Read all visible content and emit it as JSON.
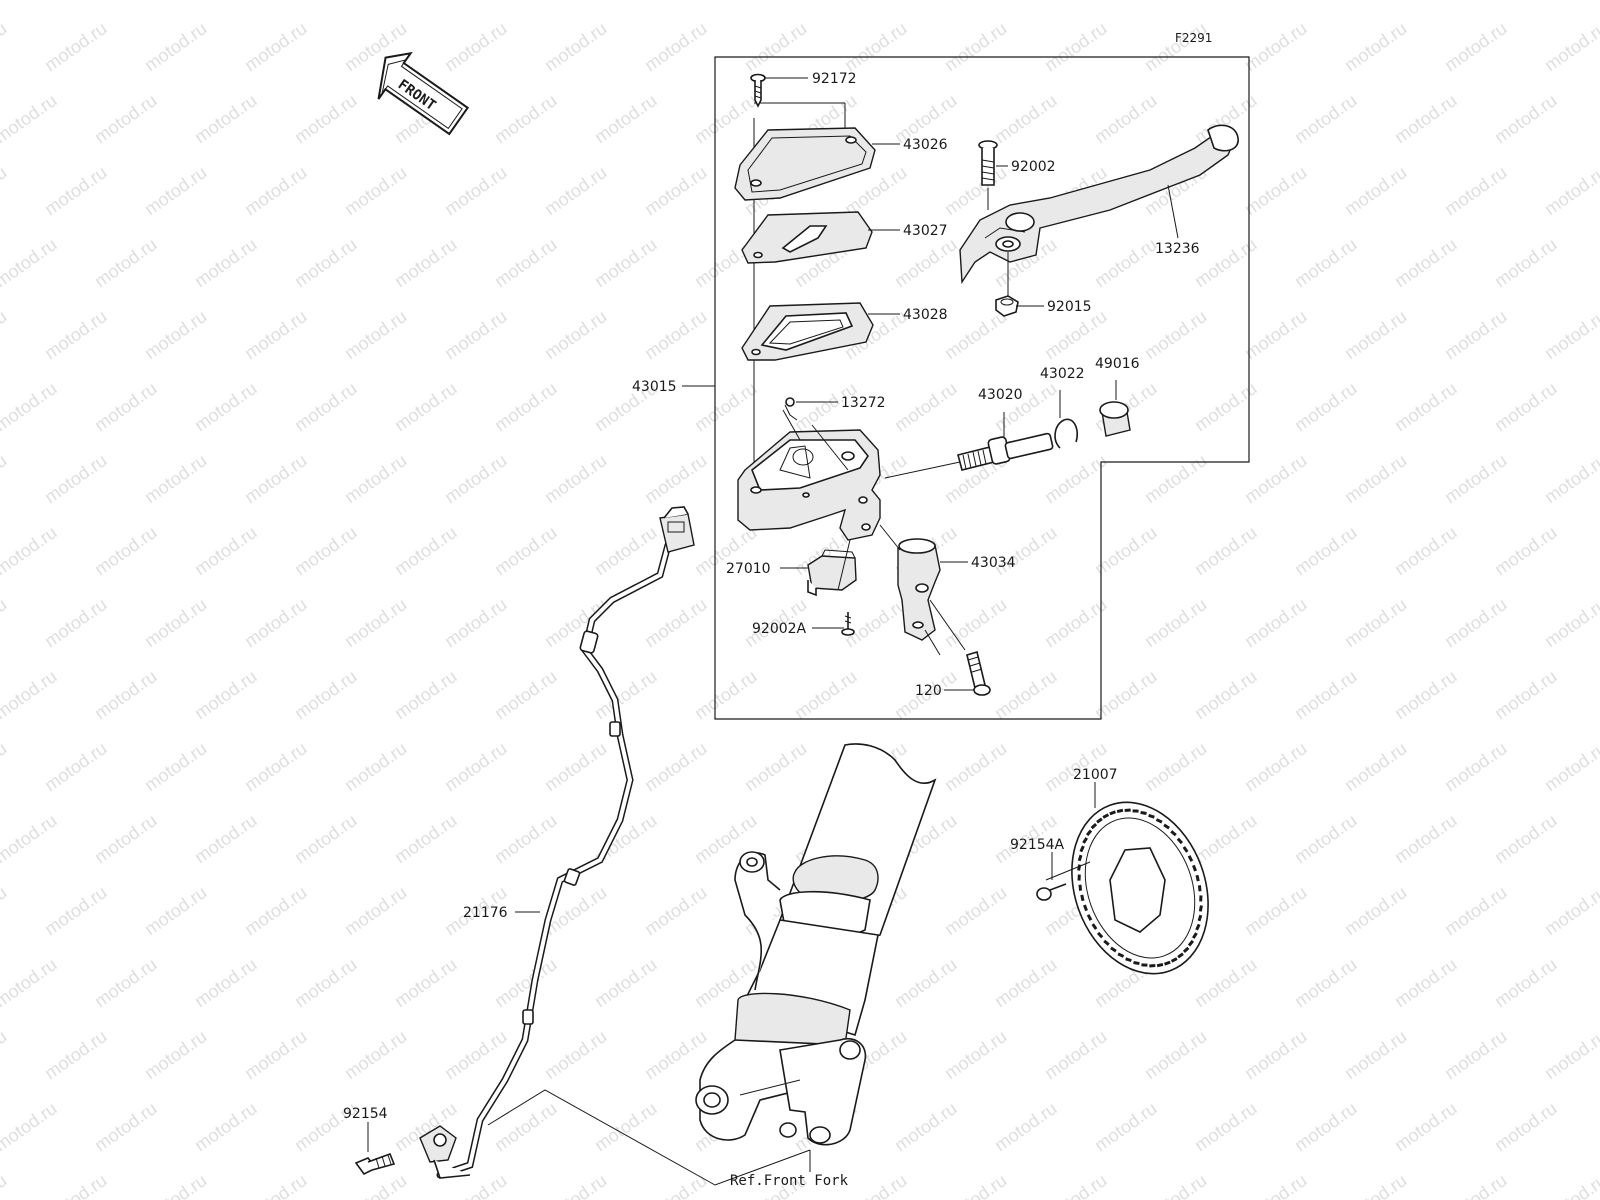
{
  "figure_code": "F2291",
  "front_label": "FRONT",
  "watermark": "motod.ru",
  "parts": [
    {
      "id": "p92172",
      "number": "92172"
    },
    {
      "id": "p43026",
      "number": "43026"
    },
    {
      "id": "p43027",
      "number": "43027"
    },
    {
      "id": "p43028",
      "number": "43028"
    },
    {
      "id": "p92002",
      "number": "92002"
    },
    {
      "id": "p13236",
      "number": "13236"
    },
    {
      "id": "p92015",
      "number": "92015"
    },
    {
      "id": "p43015",
      "number": "43015"
    },
    {
      "id": "p13272",
      "number": "13272"
    },
    {
      "id": "p43020",
      "number": "43020"
    },
    {
      "id": "p43022",
      "number": "43022"
    },
    {
      "id": "p49016",
      "number": "49016"
    },
    {
      "id": "p27010",
      "number": "27010"
    },
    {
      "id": "p43034",
      "number": "43034"
    },
    {
      "id": "p92002A",
      "number": "92002A"
    },
    {
      "id": "p120",
      "number": "120"
    },
    {
      "id": "p21007",
      "number": "21007"
    },
    {
      "id": "p92154A",
      "number": "92154A"
    },
    {
      "id": "p21176",
      "number": "21176"
    },
    {
      "id": "p92154",
      "number": "92154"
    }
  ],
  "reference_label": "Ref.Front Fork"
}
